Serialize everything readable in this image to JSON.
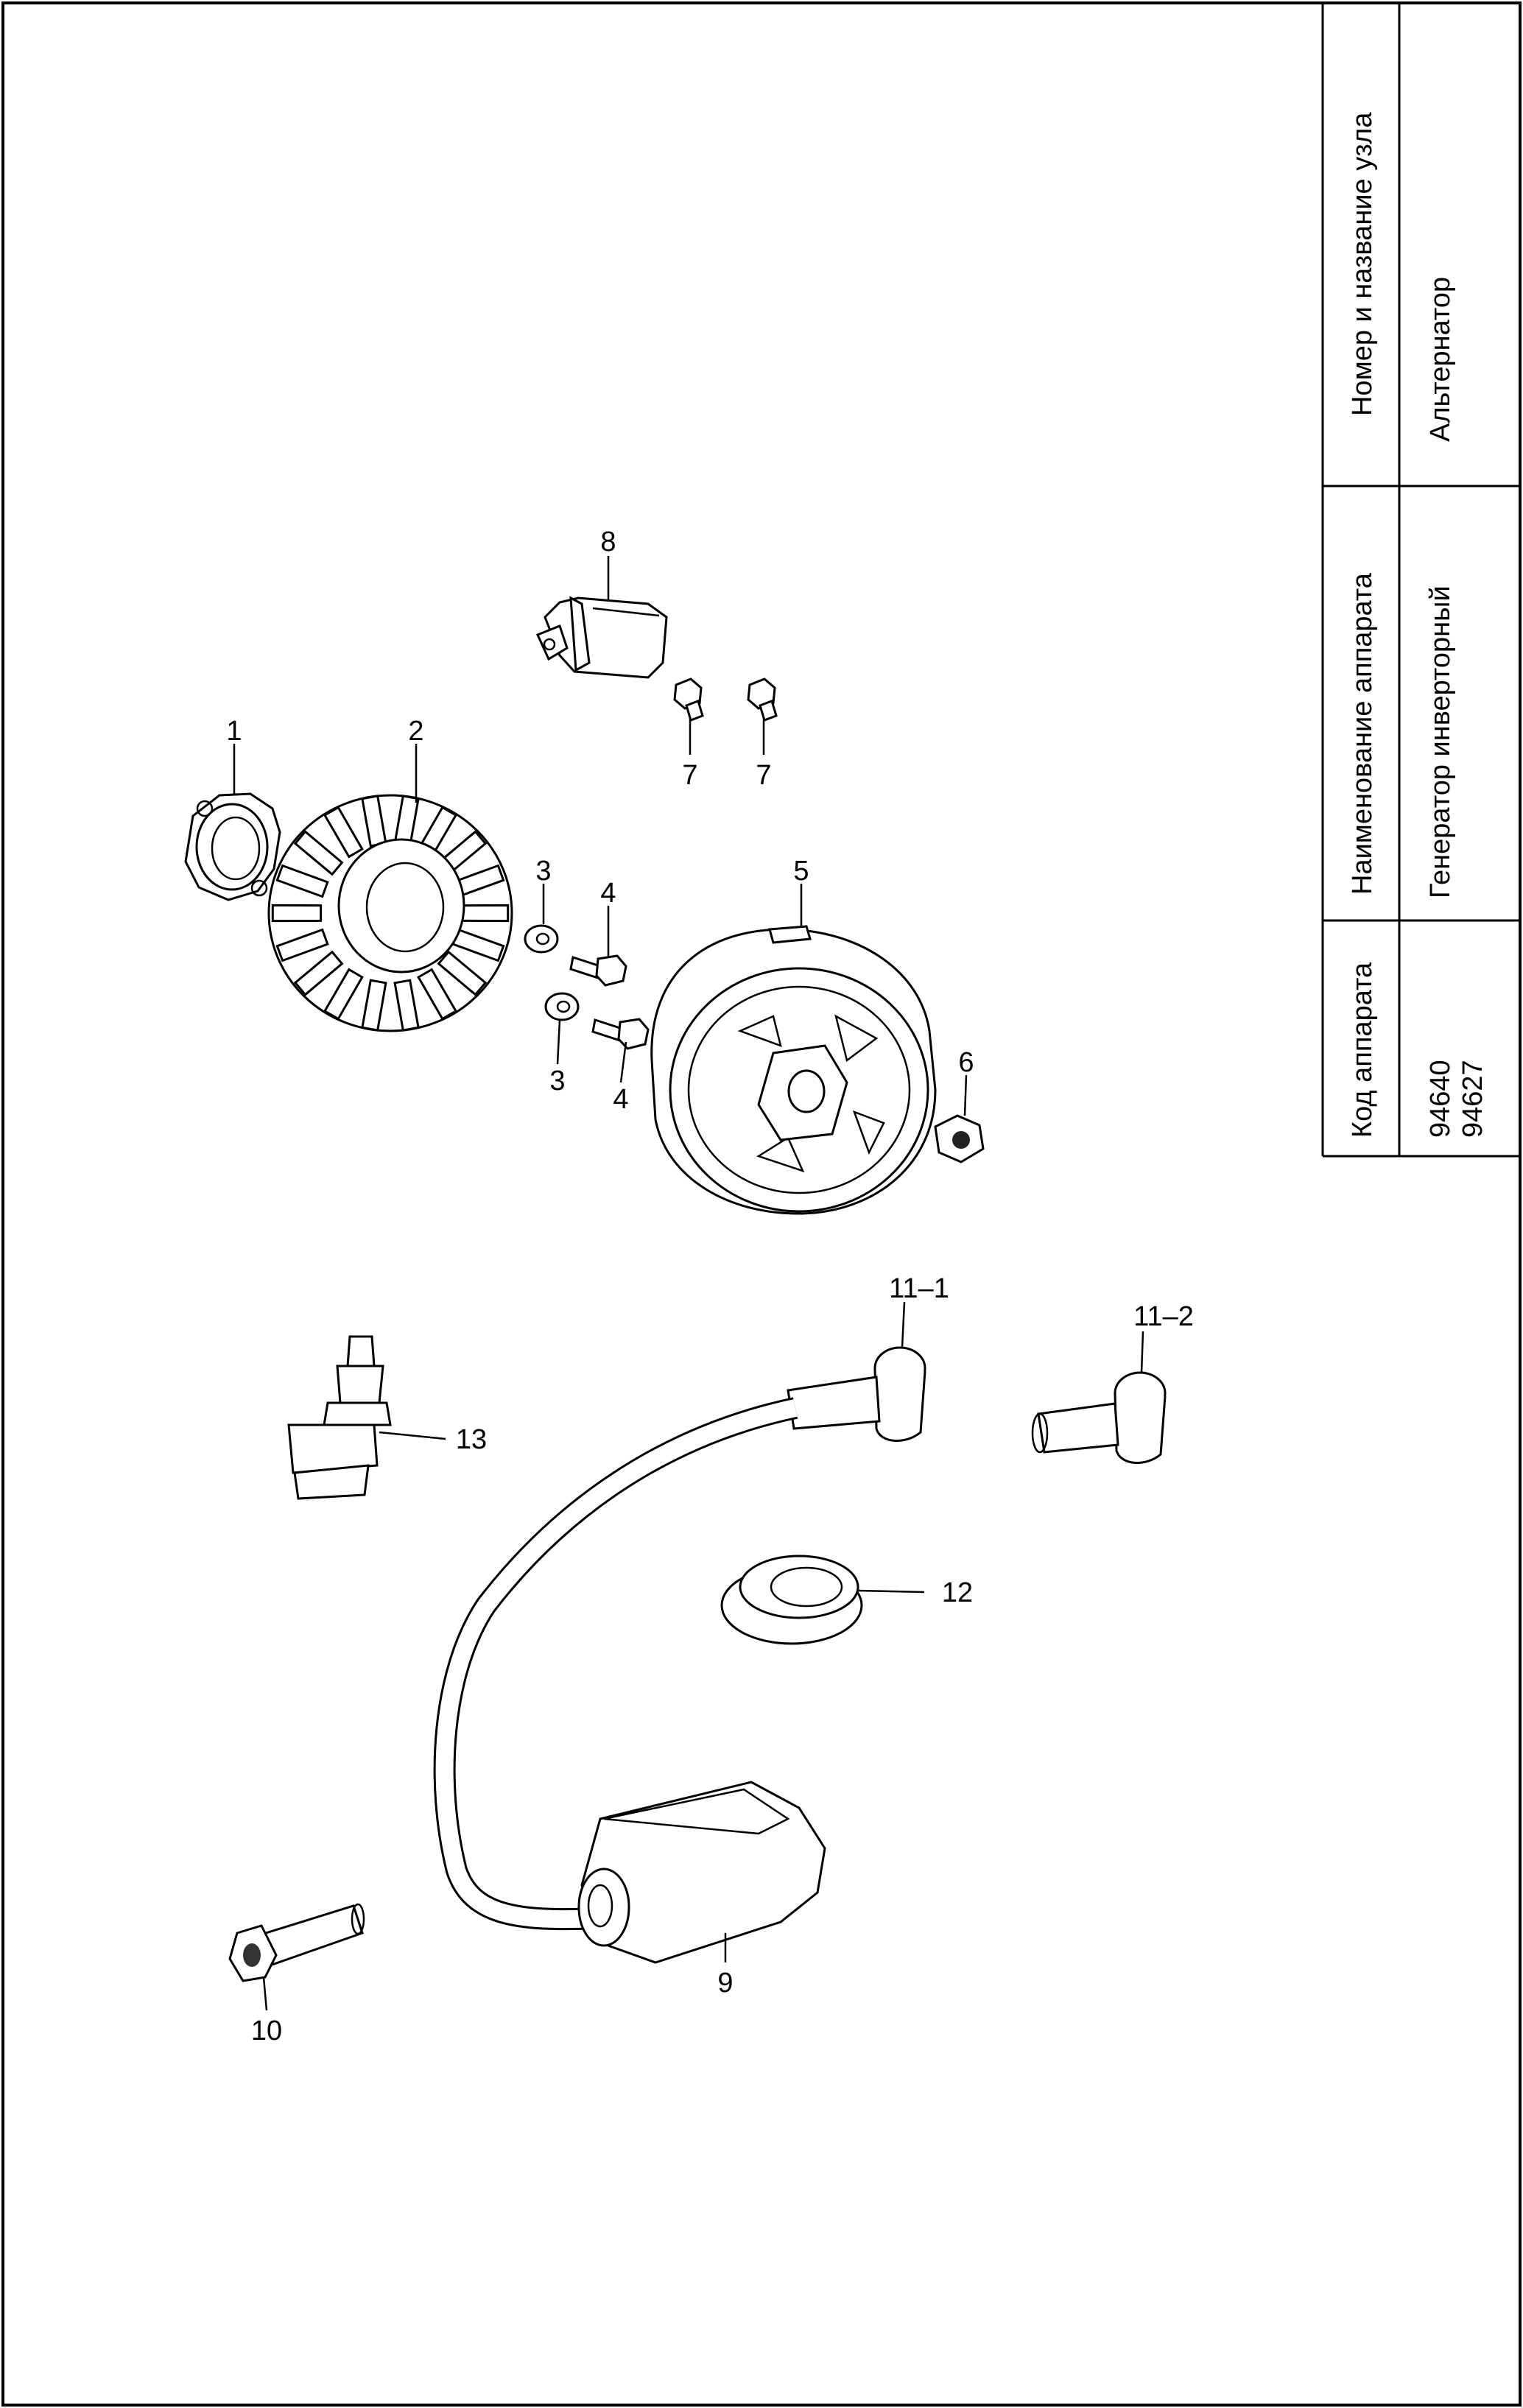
{
  "table": {
    "col1_header": "Номер и название узла",
    "col1_value": "Альтернатор",
    "col2_header": "Наименование аппарата",
    "col2_value": "Генератор инверторный",
    "col3_header": "Код аппарата",
    "col3_values": [
      "94640",
      "94627"
    ]
  },
  "callouts": {
    "c1": "1",
    "c2": "2",
    "c3a": "3",
    "c3b": "3",
    "c4a": "4",
    "c4b": "4",
    "c5": "5",
    "c6": "6",
    "c7a": "7",
    "c7b": "7",
    "c8": "8",
    "c9": "9",
    "c10": "10",
    "c11_1": "11–1",
    "c11_2": "11–2",
    "c12": "12",
    "c13": "13"
  }
}
